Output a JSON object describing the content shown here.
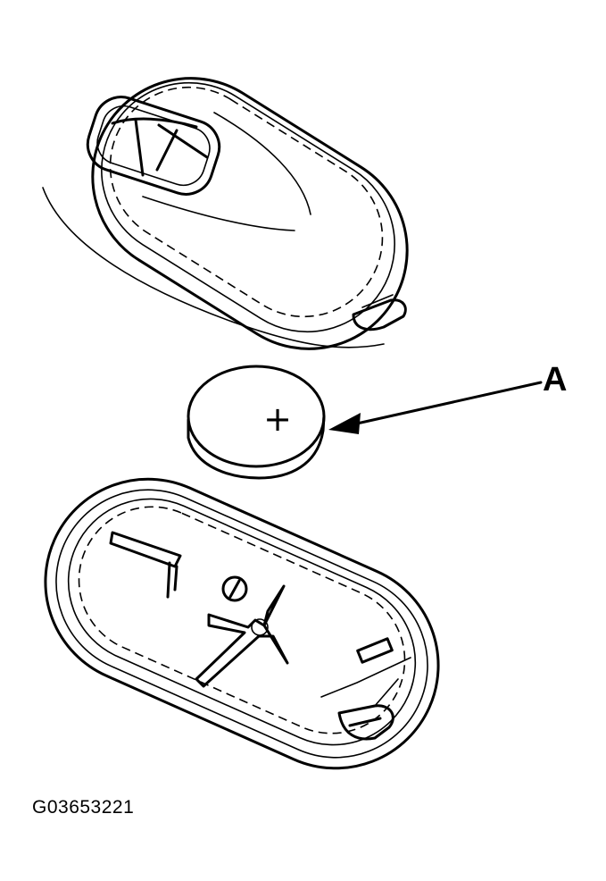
{
  "callout": {
    "label": "A"
  },
  "figure": {
    "id": "G03653221"
  },
  "battery": {
    "polarity_mark": "+"
  },
  "icons": [
    "key-fob-top-cover",
    "coin-battery",
    "key-fob-bottom-case",
    "leader-arrow"
  ]
}
